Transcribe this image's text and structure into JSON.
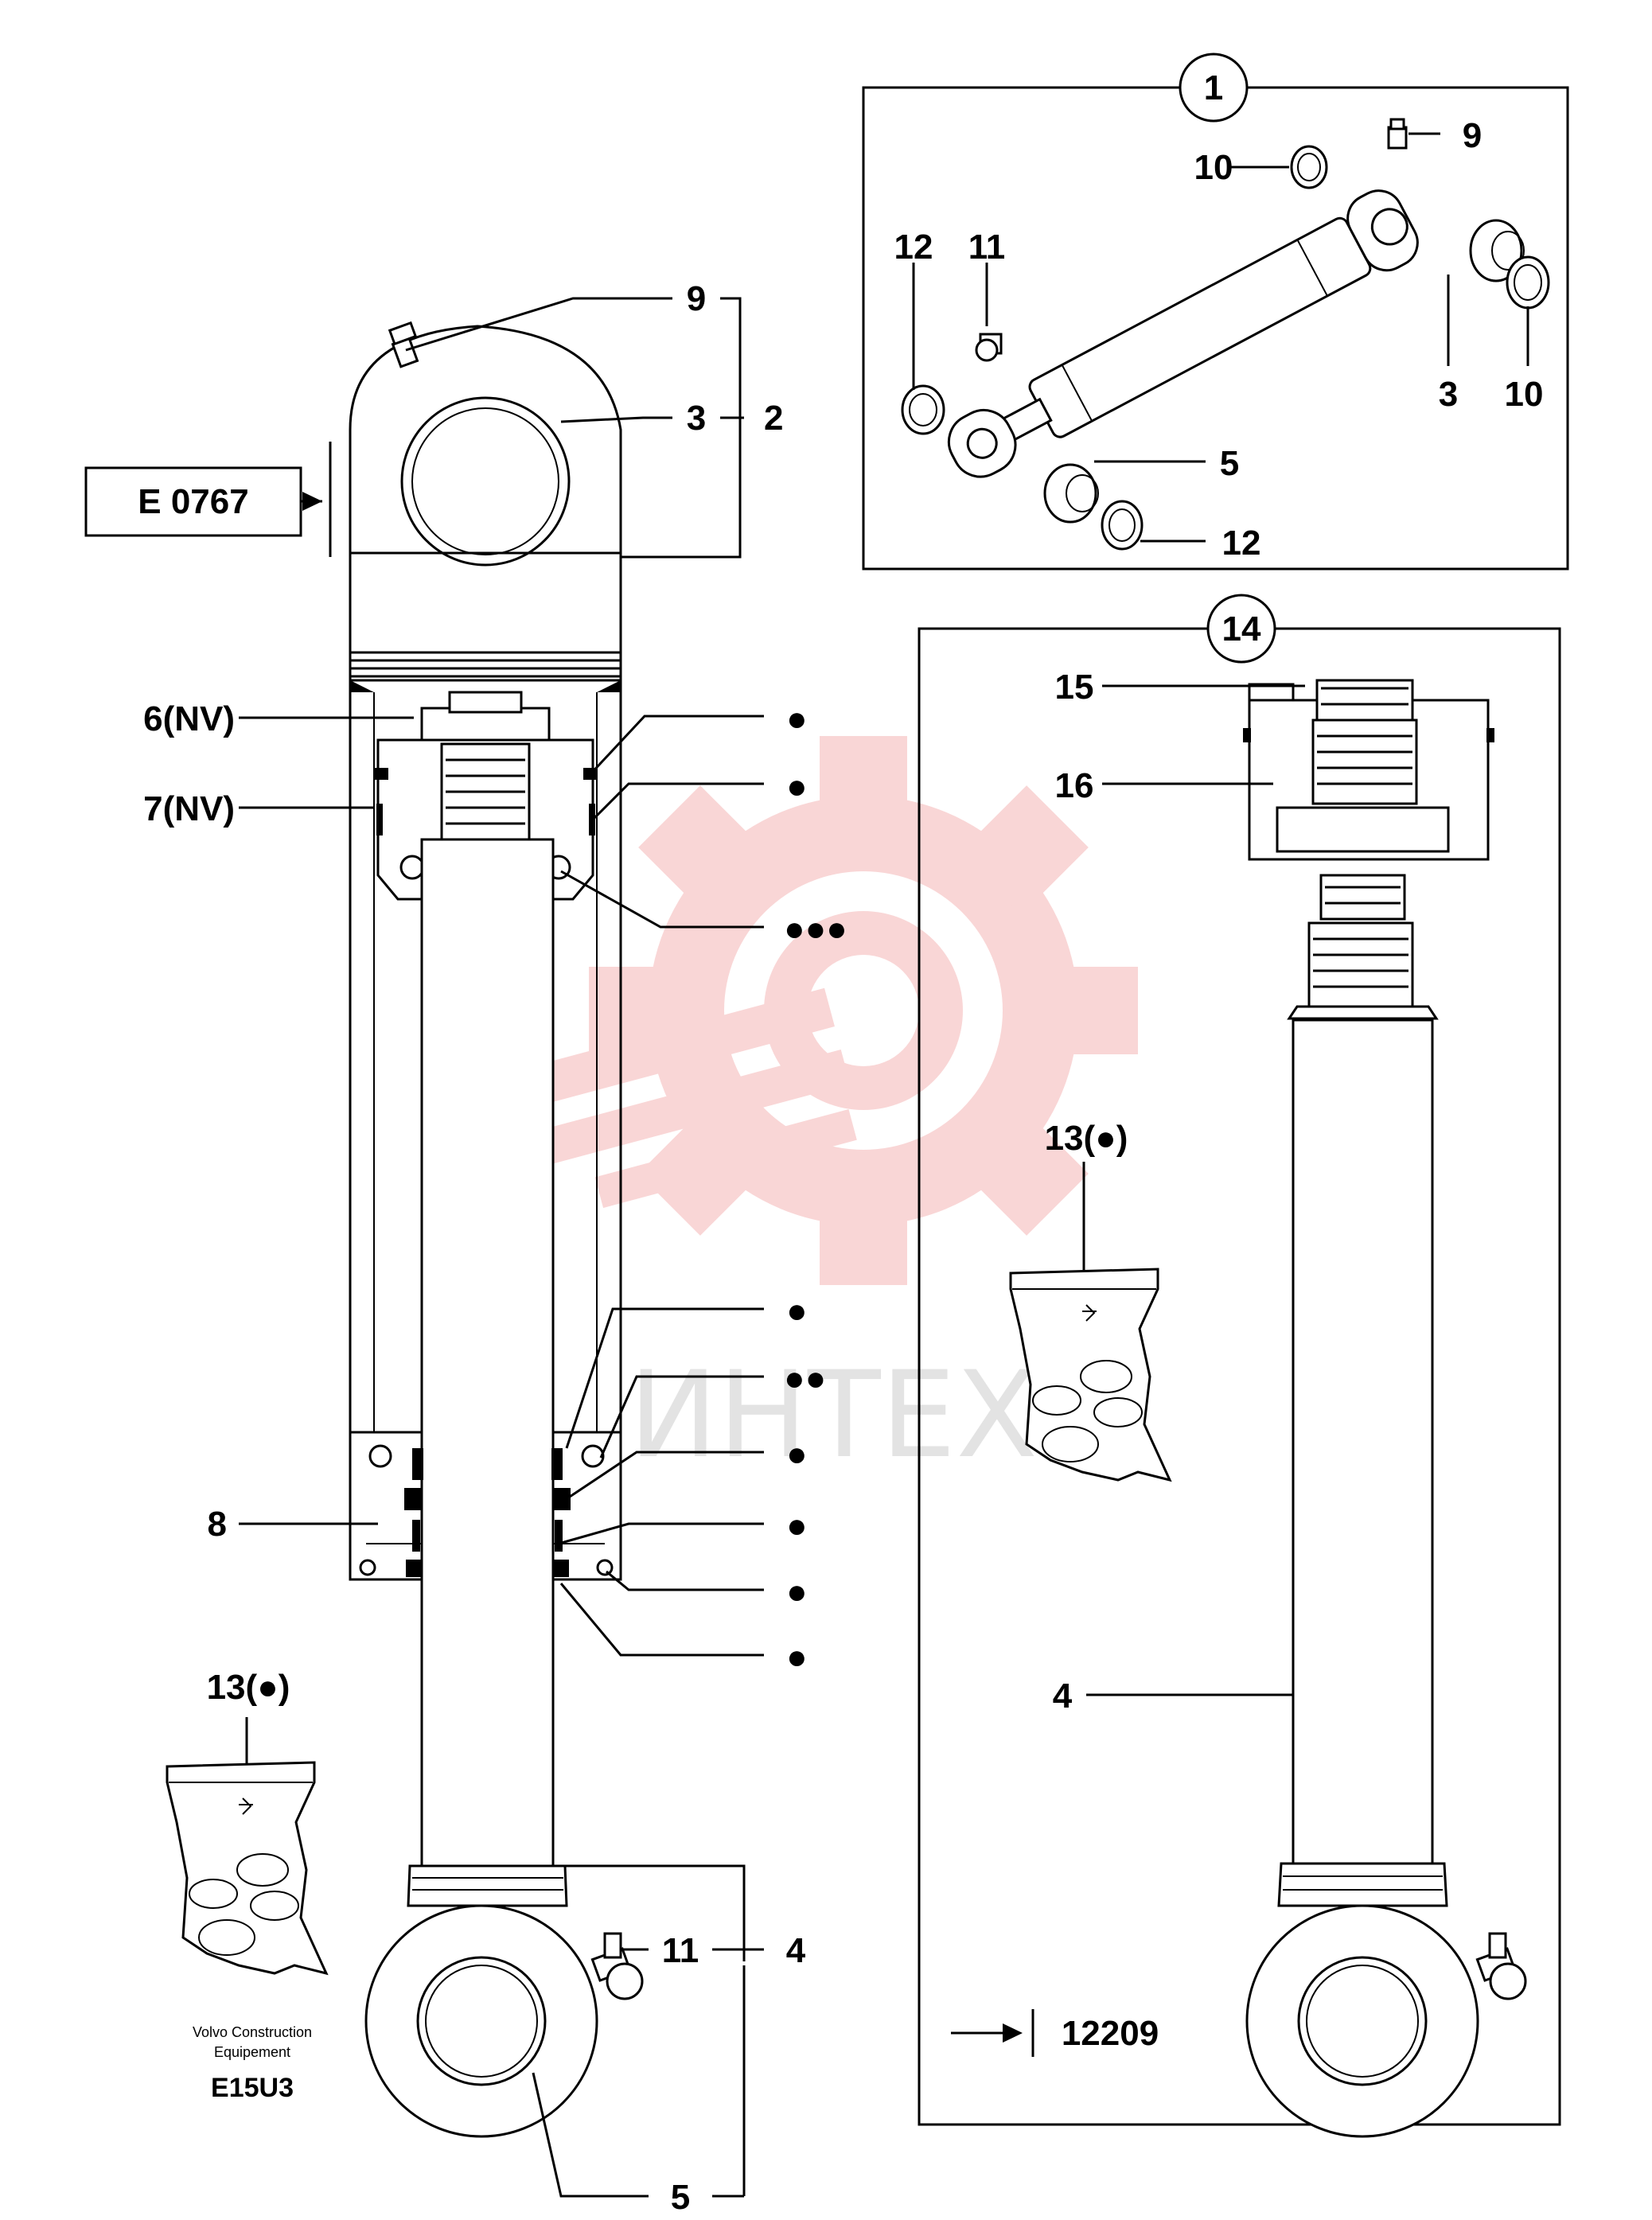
{
  "diagram": {
    "main_labels": {
      "nine": "9",
      "three": "3",
      "two": "2",
      "ref_box": "E 0767",
      "six": "6(NV)",
      "seven": "7(NV)",
      "eight": "8",
      "eleven": "11",
      "four": "4",
      "five": "5",
      "kit": "13(●)"
    },
    "seal_markers": {
      "m1": "●",
      "m2": "●",
      "m3": "●●●",
      "m4": "●",
      "m5": "●●",
      "m6": "●",
      "m7": "●",
      "m8": "●",
      "m9": "●"
    },
    "inset_1": {
      "number": "1",
      "labels": {
        "nine": "9",
        "ten_top": "10",
        "twelve_left": "12",
        "eleven": "11",
        "three": "3",
        "ten_right": "10",
        "five": "5",
        "twelve_bottom": "12"
      }
    },
    "inset_14": {
      "number": "14",
      "labels": {
        "fifteen": "15",
        "sixteen": "16",
        "kit": "13(●)",
        "four": "4",
        "serial": "12209"
      }
    },
    "footer": {
      "maker_line1": "Volvo Construction",
      "maker_line2": "Equipement",
      "code": "E15U3"
    },
    "watermark": "ИНТЕХ",
    "colors": {
      "line": "#000000",
      "watermark_gear": "#f7c9c9",
      "watermark_text": "#e3e3e3"
    }
  }
}
